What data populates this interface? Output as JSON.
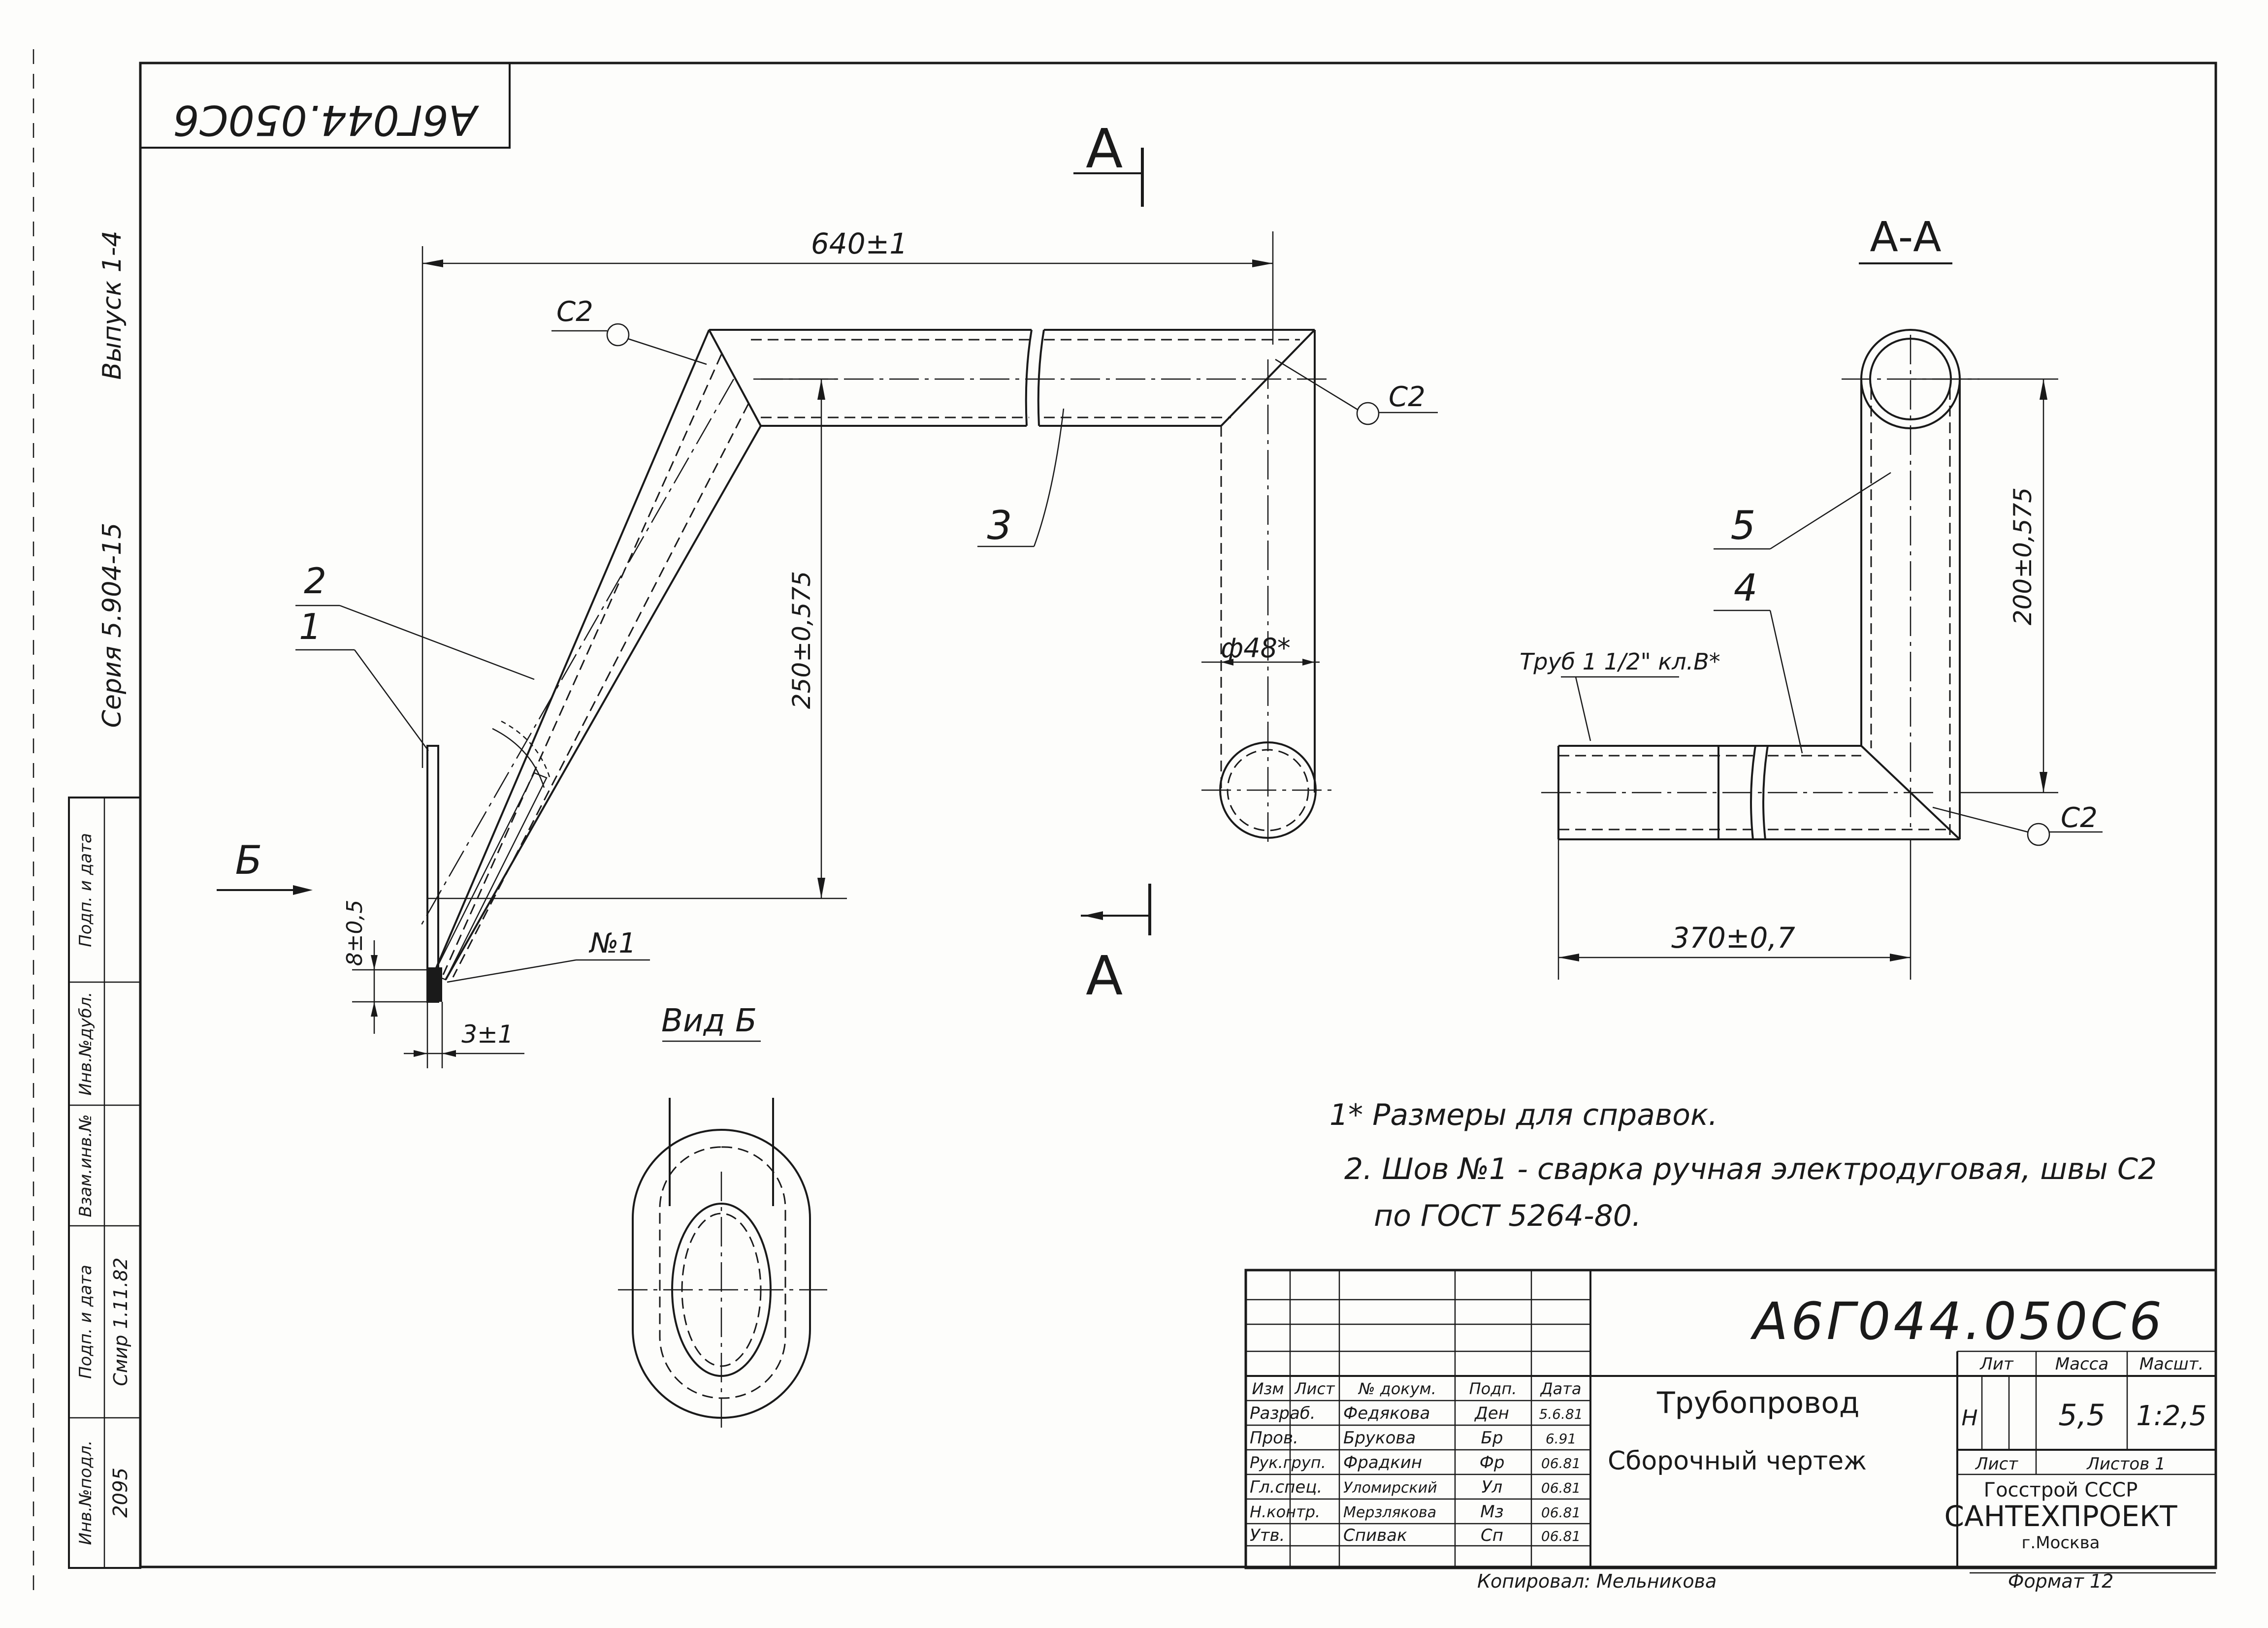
{
  "document": {
    "designation_top": "А6Г044.050С6",
    "designation_main": "А6Г044.050С6",
    "series_label": "Серия 5.904-15",
    "issue_label": "Выпуск 1-4"
  },
  "views": {
    "section_marker": "А",
    "section_title": "А-А",
    "view_b_arrow": "Б",
    "view_b_title": "Вид Б"
  },
  "dimensions": {
    "length_top": "640±1",
    "height_main": "250±0,575",
    "diameter": "ф48*",
    "gap": "8±0,5",
    "offset": "3±1",
    "section_height": "200±0,575",
    "section_length": "370±0,7"
  },
  "callouts": {
    "pos1": "1",
    "pos2": "2",
    "pos3": "3",
    "pos4": "4",
    "pos5": "5",
    "weld_c2": "С2",
    "weld_no1": "№1",
    "pipe_label": "Труб 1 1/2\" кл.В*"
  },
  "notes": {
    "line1": "1* Размеры для справок.",
    "line2": "2. Шов №1 - сварка ручная электродуговая, швы С2",
    "line3": "по ГОСТ 5264-80."
  },
  "title_block": {
    "name_line1": "Трубопровод",
    "name_line2": "Сборочный чертеж",
    "col_headers": [
      "Изм",
      "Лист",
      "№ докум.",
      "Подп.",
      "Дата"
    ],
    "roles": [
      {
        "role": "Разраб.",
        "person": "Федякова",
        "sign": "Ден",
        "date": "5.6.81"
      },
      {
        "role": "Пров.",
        "person": "Брукова",
        "sign": "Бр",
        "date": "6.91"
      },
      {
        "role": "Рук.груп.",
        "person": "Фрадкин",
        "sign": "Фр",
        "date": "06.81"
      },
      {
        "role": "Гл.спец.",
        "person": "Уломирский",
        "sign": "Ул",
        "date": "06.81"
      },
      {
        "role": "Н.контр.",
        "person": "Мерзлякова",
        "sign": "Мз",
        "date": "06.81"
      },
      {
        "role": "Утв.",
        "person": "Спивак",
        "sign": "Сп",
        "date": "06.81"
      }
    ],
    "lit_header": "Лит",
    "mass_header": "Масса",
    "scale_header": "Масшт.",
    "lit_value": "Н",
    "mass_value": "5,5",
    "scale_value": "1:2,5",
    "sheet_label": "Лист",
    "sheets_label": "Листов 1",
    "org_line1": "Госстрой СССР",
    "org_line2": "САНТЕХПРОЕКТ",
    "org_line3": "г.Москва",
    "format_label": "Формат 12",
    "copied_label": "Копировал: Мельникова"
  },
  "side_stamp": {
    "headers": [
      "Инв.№подл.",
      "Подп. и дата",
      "Взам.инв.№",
      "Инв.№дубл.",
      "Подп. и дата"
    ],
    "values": [
      "2095",
      "Смир 1.11.82",
      "",
      "",
      ""
    ]
  }
}
